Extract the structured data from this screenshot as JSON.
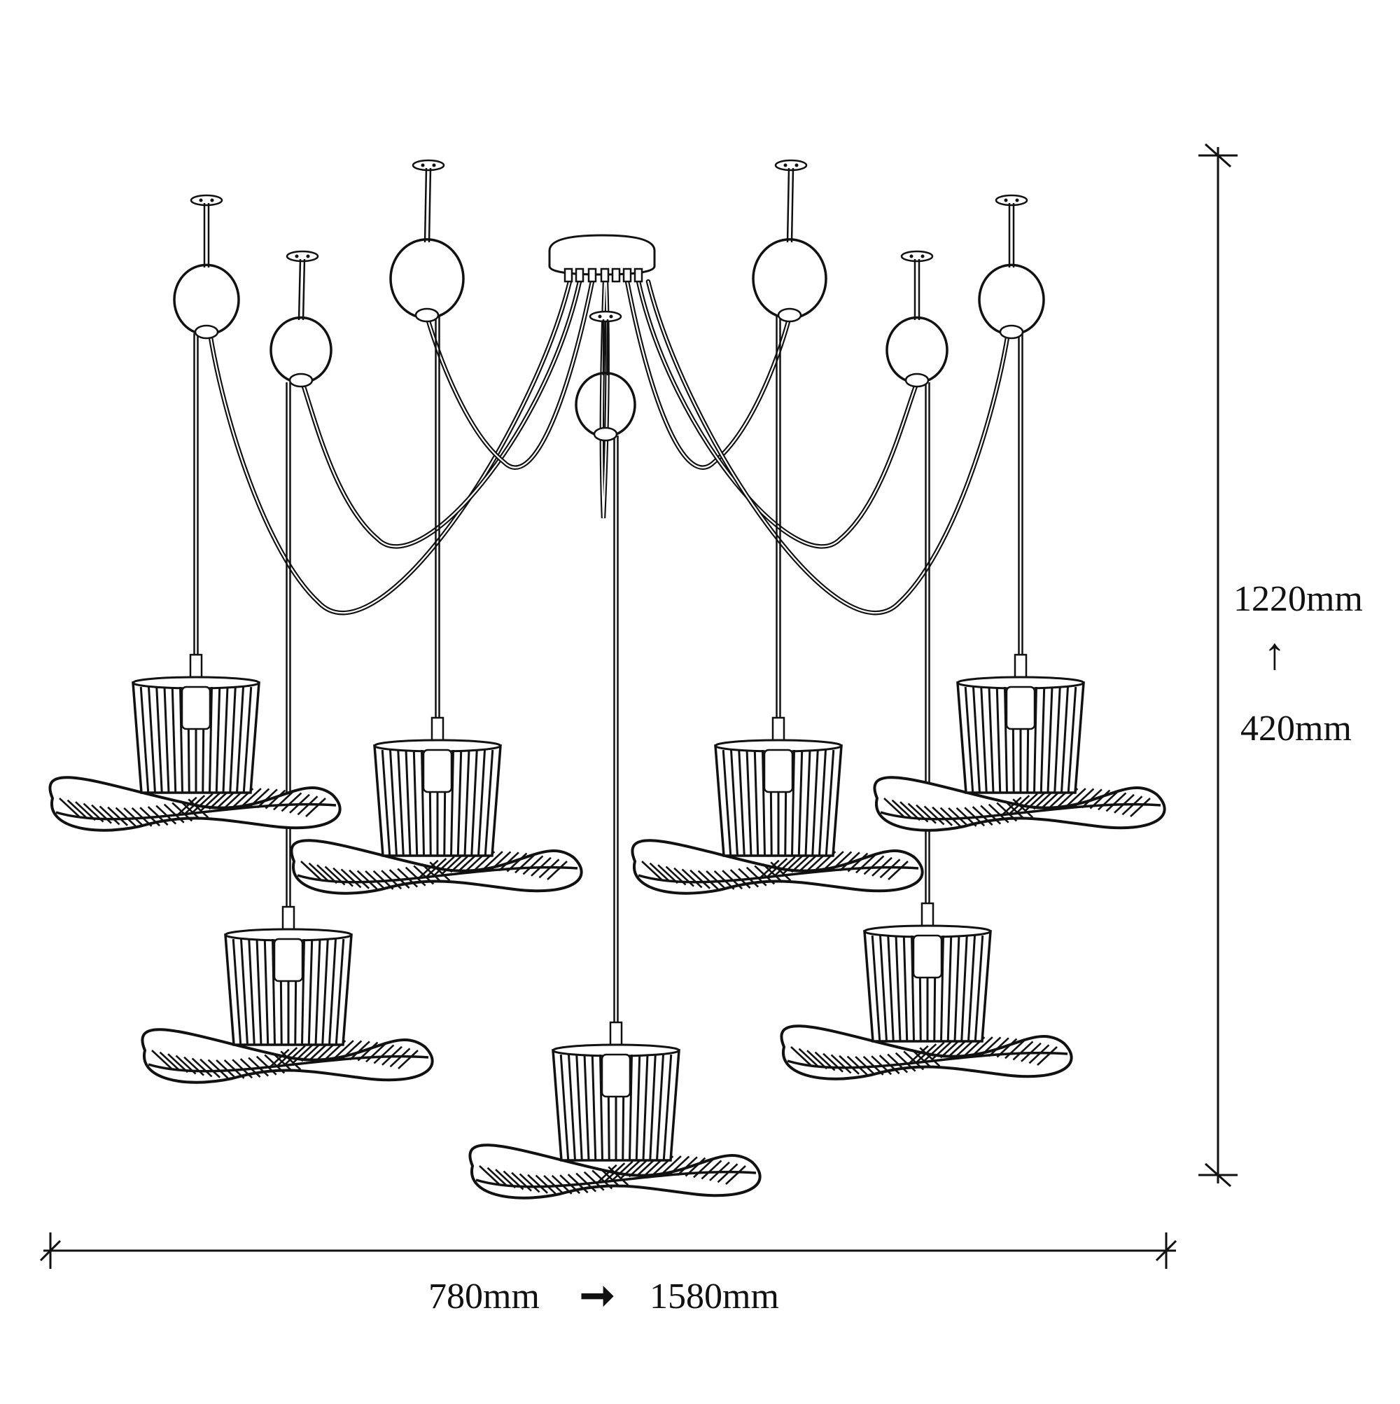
{
  "dimensions": {
    "height_max": "1220mm",
    "height_min": "420mm",
    "height_arrow": "↑",
    "width_min": "780mm",
    "width_max": "1580mm",
    "width_arrow": "➞"
  },
  "colors": {
    "line": "#111111",
    "background": "#ffffff"
  }
}
